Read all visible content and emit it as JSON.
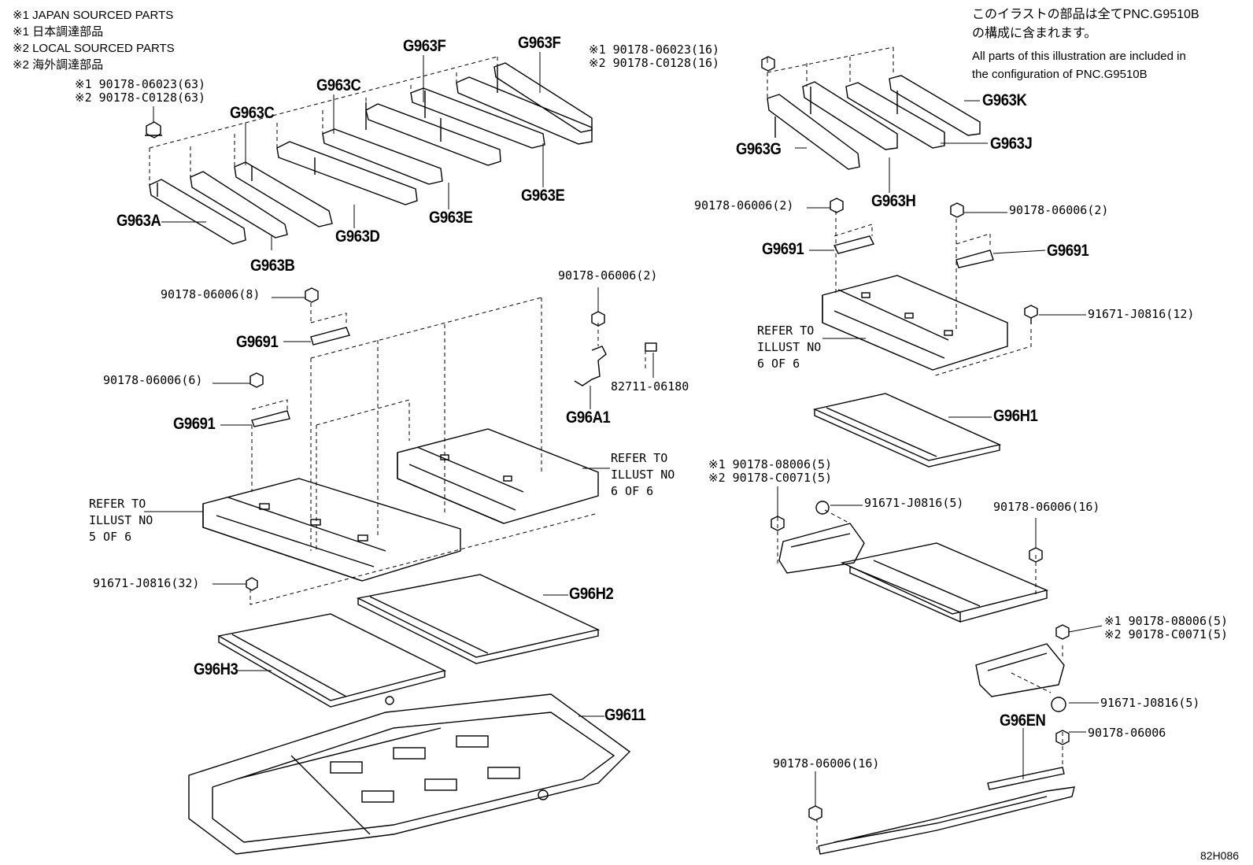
{
  "legend": [
    "※1 JAPAN SOURCED PARTS",
    "※1 日本調達部品",
    "※2 LOCAL SOURCED PARTS",
    "※2 海外調達部品"
  ],
  "note_jp": [
    "このイラストの部品は全てPNC.G9510B",
    "の構成に含まれます。"
  ],
  "note_en": [
    "All parts of this illustration are included in",
    "the configuration of PNC.G9510B"
  ],
  "diagram_id": "82H086",
  "labels": {
    "g963f_a": "G963F",
    "g963f_b": "G963F",
    "g963c_a": "G963C",
    "g963c_b": "G963C",
    "g963a": "G963A",
    "g963b": "G963B",
    "g963d": "G963D",
    "g963e_a": "G963E",
    "g963e_b": "G963E",
    "g963k": "G963K",
    "g963g": "G963G",
    "g963j": "G963J",
    "g963h": "G963H",
    "g9691_a": "G9691",
    "g9691_b": "G9691",
    "g9691_c": "G9691",
    "g9691_d": "G9691",
    "g96a1": "G96A1",
    "g96h1": "G96H1",
    "g96h2": "G96H2",
    "g96h3": "G96H3",
    "g9611": "G9611",
    "g96en": "G96EN"
  },
  "numbers": {
    "tl_jp": "※1 90178-06023(63)",
    "tl_loc": "※2 90178-C0128(63)",
    "tr_jp": "※1 90178-06023(16)",
    "tr_loc": "※2 90178-C0128(16)",
    "n_8": "90178-06006(8)",
    "n_6": "90178-06006(6)",
    "n_2_mid": "90178-06006(2)",
    "n_2_right_a": "90178-06006(2)",
    "n_2_right_b": "90178-06006(2)",
    "n_82711": "82711-06180",
    "n_91671_32": "91671-J0816(32)",
    "n_91671_12": "91671-J0816(12)",
    "n_91671_5a": "91671-J0816(5)",
    "n_91671_5b": "91671-J0816(5)",
    "n_16_a": "90178-06006(16)",
    "n_16_b": "90178-06006(16)",
    "n_06006": "90178-06006",
    "mid_jp": "※1 90178-08006(5)",
    "mid_loc": "※2 90178-C0071(5)",
    "rt_jp": "※1 90178-08006(5)",
    "rt_loc": "※2 90178-C0071(5)"
  },
  "refers": {
    "left": [
      "REFER TO",
      "ILLUST NO",
      "5 OF 6"
    ],
    "center": [
      "REFER TO",
      "ILLUST NO",
      "6 OF 6"
    ],
    "right": [
      "REFER TO",
      "ILLUST NO",
      "6 OF 6"
    ]
  }
}
